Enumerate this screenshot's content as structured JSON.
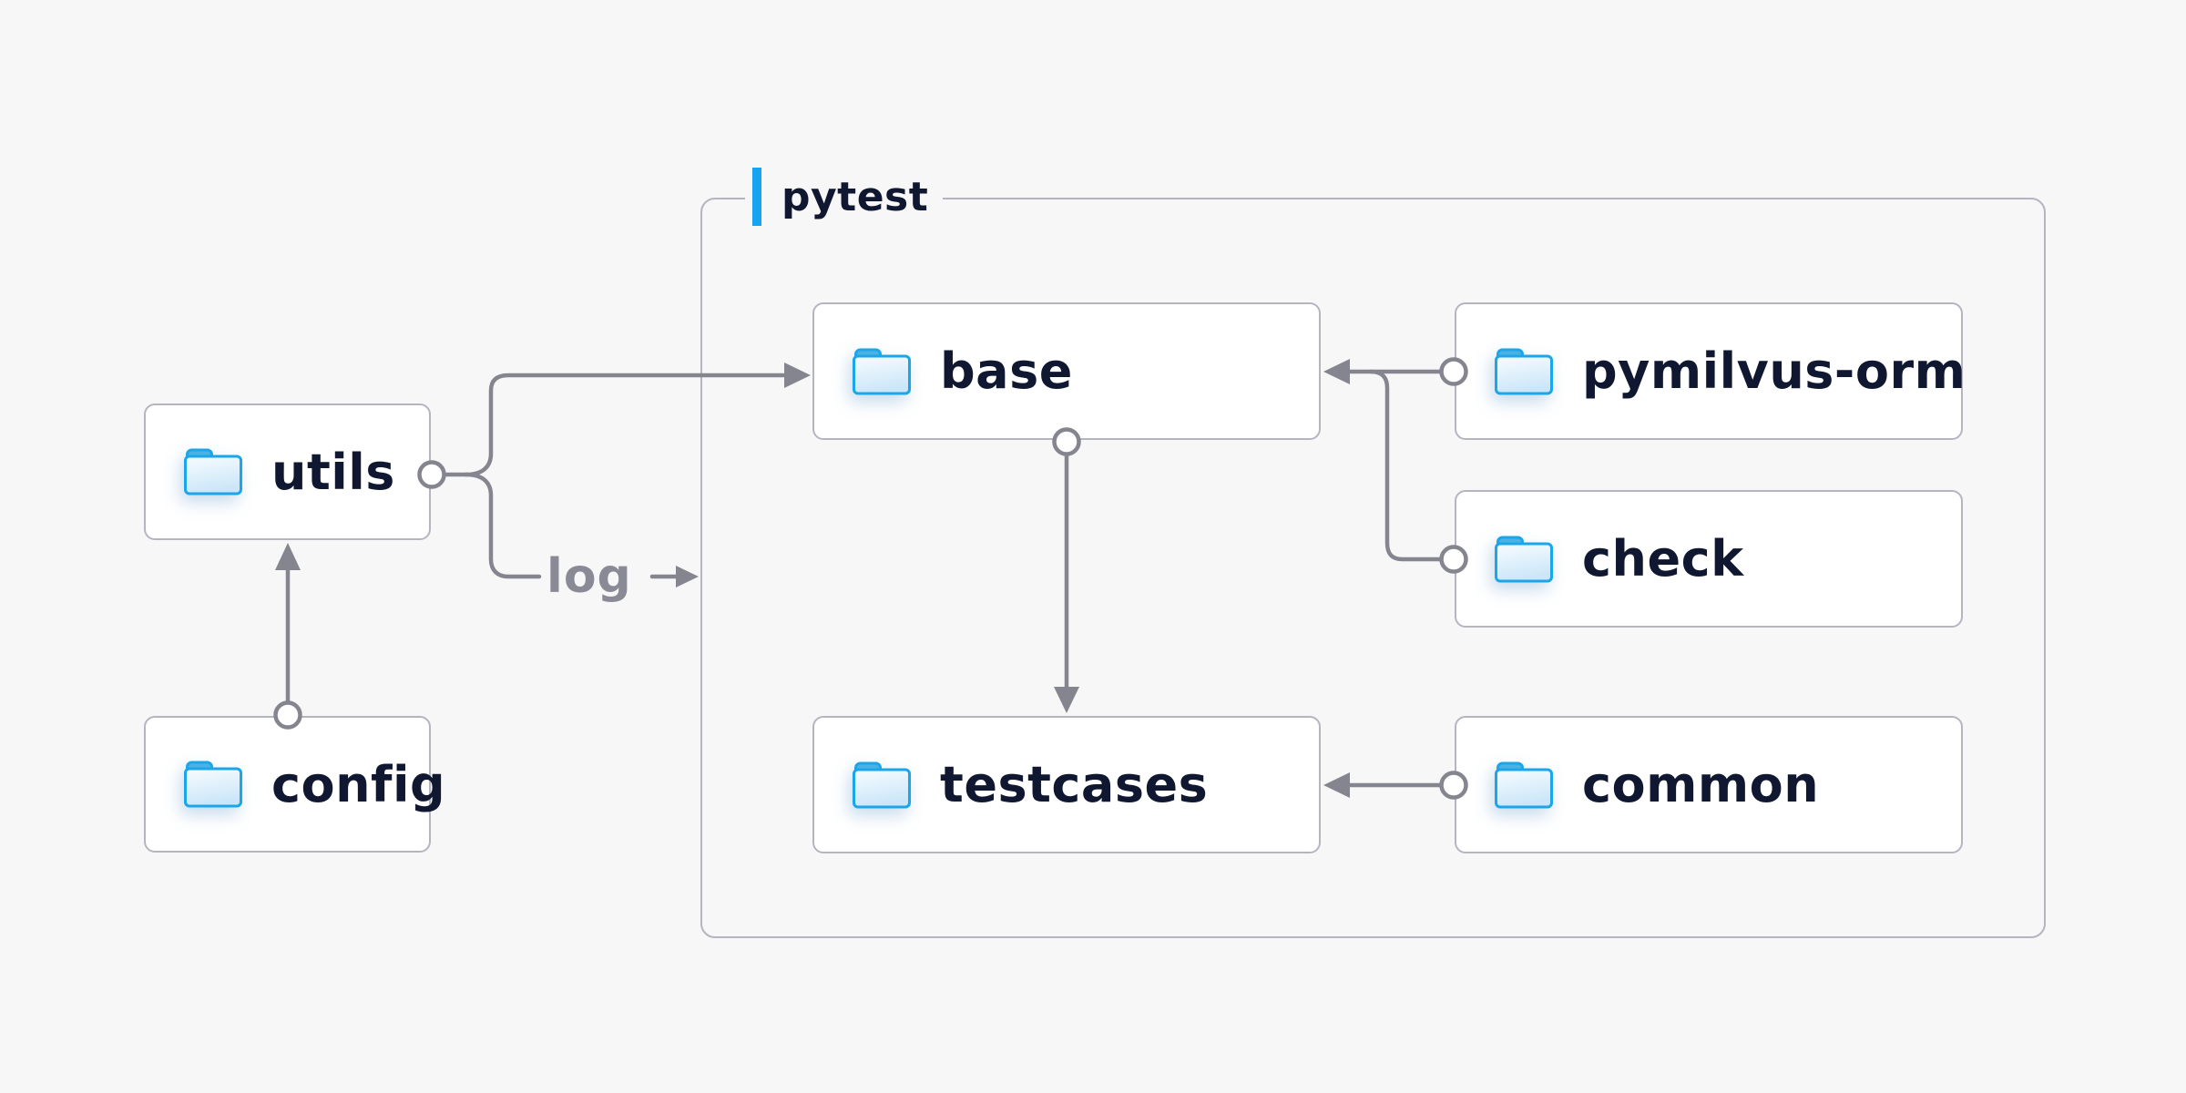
{
  "diagram": {
    "container": {
      "label": "pytest"
    },
    "nodes": [
      {
        "id": "utils",
        "label": "utils"
      },
      {
        "id": "config",
        "label": "config"
      },
      {
        "id": "base",
        "label": "base"
      },
      {
        "id": "pymilvus-orm",
        "label": "pymilvus-orm"
      },
      {
        "id": "check",
        "label": "check"
      },
      {
        "id": "testcases",
        "label": "testcases"
      },
      {
        "id": "common",
        "label": "common"
      }
    ],
    "edge_label": "log",
    "edges": [
      {
        "from": "config",
        "to": "utils"
      },
      {
        "from": "utils",
        "to": "base"
      },
      {
        "from": "utils",
        "to": "log"
      },
      {
        "from": "pymilvus-orm",
        "to": "base"
      },
      {
        "from": "check",
        "to": "base"
      },
      {
        "from": "base",
        "to": "testcases"
      },
      {
        "from": "common",
        "to": "testcases"
      }
    ],
    "icons": {
      "node_icon": "folder-icon"
    },
    "colors": {
      "page_bg": "#f7f7f8",
      "box_bg": "#ffffff",
      "box_border": "#b5b5c1",
      "line_color": "#85858f",
      "text_color": "#0f1830",
      "muted_label": "#8a8a96",
      "accent_blue": "#16a4f0",
      "folder_blue": "#1ba6ea",
      "folder_tab": "#4db1e3"
    }
  }
}
